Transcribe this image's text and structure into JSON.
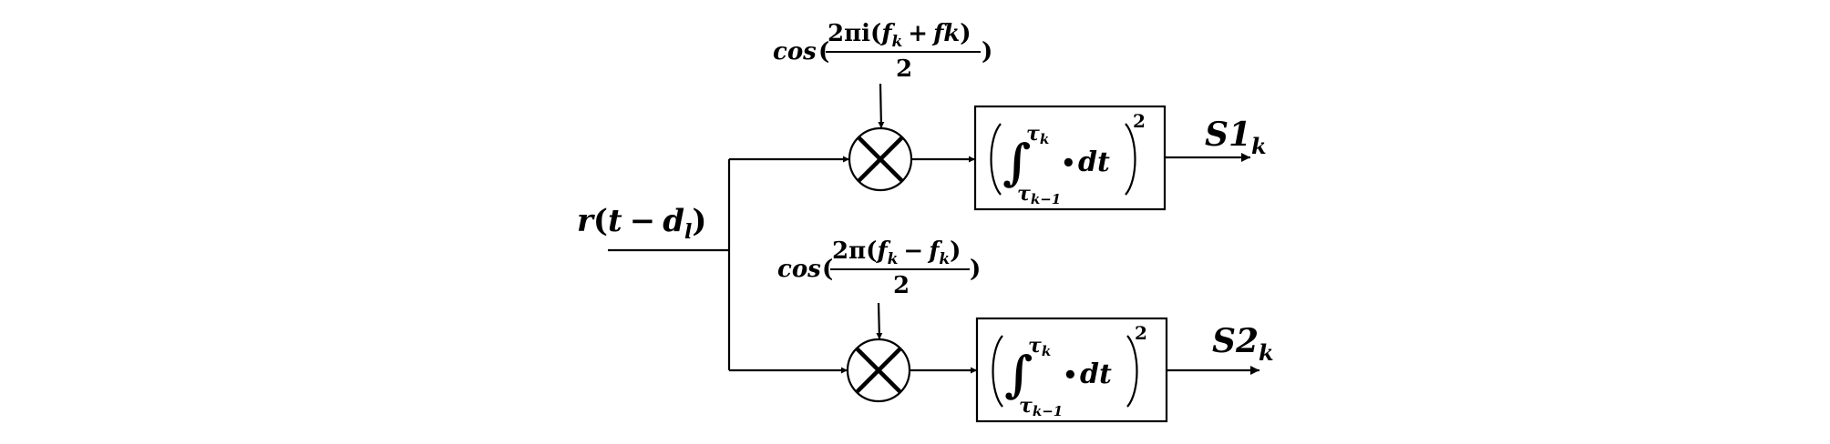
{
  "input": {
    "r": "r",
    "open": "(",
    "t": "t",
    "minus": "−",
    "d": "d",
    "d_sub": "l",
    "close": ")"
  },
  "top_branch": {
    "osc": {
      "cos": "cos",
      "open": "(",
      "num_lead": "2πi(",
      "f1": "f",
      "f1_sub": "k",
      "op": "+",
      "f2": "fk",
      "num_close": ")",
      "den": "2",
      "close": ")"
    },
    "integrator": {
      "integral": "∫",
      "upper": "τ",
      "upper_sub": "k",
      "lower": "τ",
      "lower_sub": "k−1",
      "dot": "•",
      "dt": "dt",
      "exponent": "2"
    },
    "output": {
      "name": "S1",
      "sub": "k"
    }
  },
  "bottom_branch": {
    "osc": {
      "cos": "cos",
      "open": "(",
      "num_lead": "2π(",
      "f1": "f",
      "f1_sub": "k",
      "op": "−",
      "f2": "f",
      "f2_sub": "k",
      "num_close": ")",
      "den": "2",
      "close": ")"
    },
    "integrator": {
      "integral": "∫",
      "upper": "τ",
      "upper_sub": "k",
      "lower": "τ",
      "lower_sub": "k−1",
      "dot": "•",
      "dt": "dt",
      "exponent": "2"
    },
    "output": {
      "name": "S2",
      "sub": "k"
    }
  }
}
